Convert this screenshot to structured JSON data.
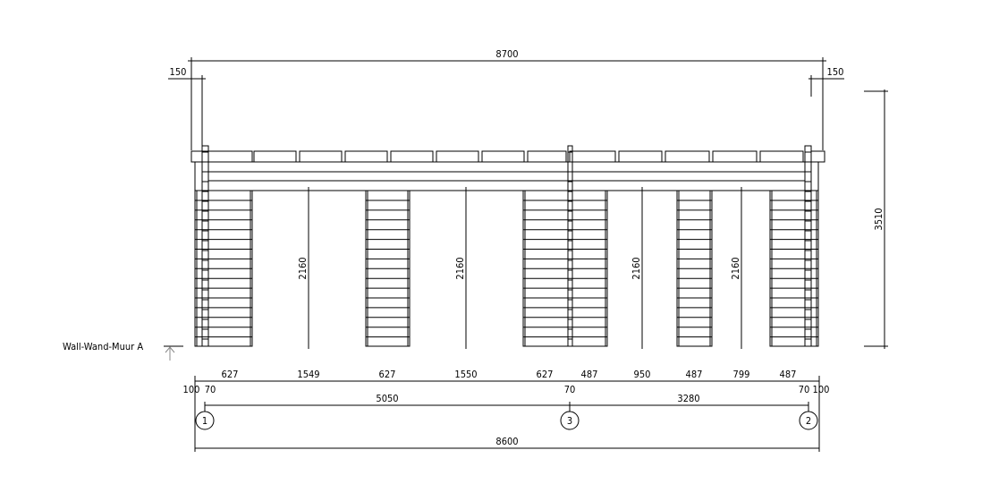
{
  "drawing": {
    "view_label": "Wall-Wand-Muur A",
    "overall_top": "8700",
    "overhang_left": "150",
    "overhang_right": "150",
    "height_total": "3510",
    "opening_heights": [
      "2160",
      "2160",
      "2160",
      "2160"
    ],
    "bottom_segments": [
      "627",
      "1549",
      "627",
      "1550",
      "627",
      "487",
      "950",
      "487",
      "799",
      "487"
    ],
    "small_left": [
      "100",
      "70"
    ],
    "small_center": "70",
    "small_right": [
      "70",
      "100"
    ],
    "axis_spans": [
      "5050",
      "3280"
    ],
    "grid_axes": [
      "1",
      "3",
      "2"
    ],
    "overall_bottom": "8600"
  }
}
